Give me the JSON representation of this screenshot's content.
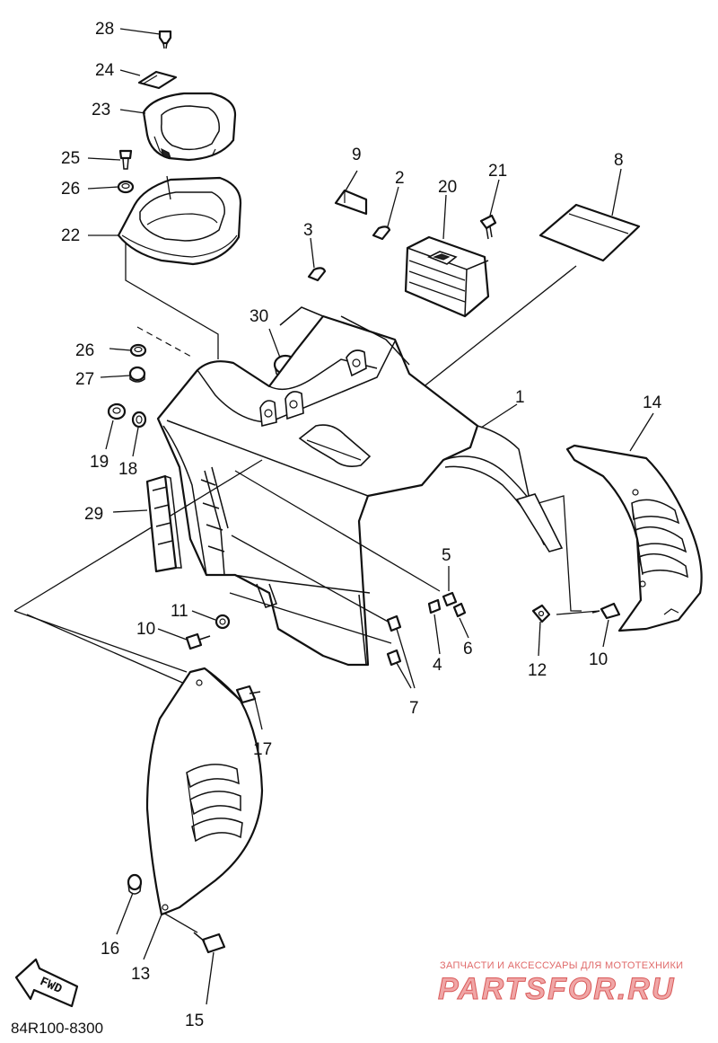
{
  "callouts": [
    {
      "id": "c28",
      "label": "28"
    },
    {
      "id": "c24",
      "label": "24"
    },
    {
      "id": "c23",
      "label": "23"
    },
    {
      "id": "c25",
      "label": "25"
    },
    {
      "id": "c26a",
      "label": "26"
    },
    {
      "id": "c22",
      "label": "22"
    },
    {
      "id": "c9",
      "label": "9"
    },
    {
      "id": "c2",
      "label": "2"
    },
    {
      "id": "c20",
      "label": "20"
    },
    {
      "id": "c21",
      "label": "21"
    },
    {
      "id": "c8",
      "label": "8"
    },
    {
      "id": "c3",
      "label": "3"
    },
    {
      "id": "c30",
      "label": "30"
    },
    {
      "id": "c26b",
      "label": "26"
    },
    {
      "id": "c27",
      "label": "27"
    },
    {
      "id": "c1",
      "label": "1"
    },
    {
      "id": "c14",
      "label": "14"
    },
    {
      "id": "c19",
      "label": "19"
    },
    {
      "id": "c18",
      "label": "18"
    },
    {
      "id": "c29",
      "label": "29"
    },
    {
      "id": "c5",
      "label": "5"
    },
    {
      "id": "c11",
      "label": "11"
    },
    {
      "id": "c10a",
      "label": "10"
    },
    {
      "id": "c4",
      "label": "4"
    },
    {
      "id": "c6",
      "label": "6"
    },
    {
      "id": "c12",
      "label": "12"
    },
    {
      "id": "c10b",
      "label": "10"
    },
    {
      "id": "c7",
      "label": "7"
    },
    {
      "id": "c17",
      "label": "17"
    },
    {
      "id": "c16",
      "label": "16"
    },
    {
      "id": "c13",
      "label": "13"
    },
    {
      "id": "c15",
      "label": "15"
    }
  ],
  "fwd_label": "FWD",
  "diagram_code": "84R100-8300",
  "watermark": {
    "tagline": "ЗАПЧАСТИ И АКСЕССУАРЫ ДЛЯ МОТОТЕХНИКИ",
    "brand": "PARTSFOR.RU"
  }
}
